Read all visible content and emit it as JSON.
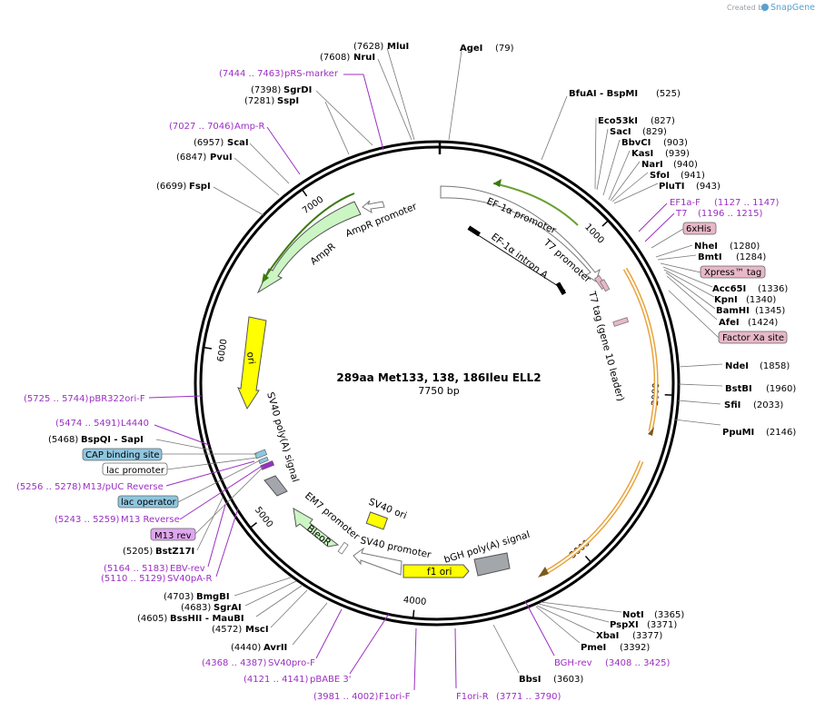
{
  "header": {
    "created_by": "Created by",
    "brand": "SnapGene"
  },
  "plasmid": {
    "name": "289aa Met133, 138, 186Ileu ELL2",
    "length_label": "7750 bp",
    "length": 7750
  },
  "ticks": [
    "1000",
    "2000",
    "3000",
    "4000",
    "5000",
    "6000",
    "7000"
  ],
  "sites": [
    {
      "name": "MluI",
      "coord": "(7628)",
      "pos": 7628,
      "kind": "enzyme"
    },
    {
      "name": "NruI",
      "coord": "(7608)",
      "pos": 7608,
      "kind": "enzyme"
    },
    {
      "name": "pRS-marker",
      "coord": "(7444 .. 7463)",
      "pos": 7453,
      "kind": "primer"
    },
    {
      "name": "SgrDI",
      "coord": "(7398)",
      "pos": 7398,
      "kind": "enzyme"
    },
    {
      "name": "SspI",
      "coord": "(7281)",
      "pos": 7281,
      "kind": "enzyme"
    },
    {
      "name": "Amp-R",
      "coord": "(7027 .. 7046)",
      "pos": 7036,
      "kind": "primer"
    },
    {
      "name": "ScaI",
      "coord": "(6957)",
      "pos": 6957,
      "kind": "enzyme"
    },
    {
      "name": "PvuI",
      "coord": "(6847)",
      "pos": 6847,
      "kind": "enzyme"
    },
    {
      "name": "FspI",
      "coord": "(6699)",
      "pos": 6699,
      "kind": "enzyme"
    },
    {
      "name": "pBR322ori-F",
      "coord": "(5725 .. 5744)",
      "pos": 5734,
      "kind": "primer"
    },
    {
      "name": "L4440",
      "coord": "(5474 .. 5491)",
      "pos": 5482,
      "kind": "primer"
    },
    {
      "name": "BspQI  - SapI",
      "coord": "(5468)",
      "pos": 5468,
      "kind": "enzyme"
    },
    {
      "name": "CAP binding site",
      "coord": "",
      "pos": 5420,
      "kind": "box-blue"
    },
    {
      "name": "lac promoter",
      "coord": "",
      "pos": 5380,
      "kind": "box-white"
    },
    {
      "name": "M13/pUC Reverse",
      "coord": "(5256 .. 5278)",
      "pos": 5267,
      "kind": "primer"
    },
    {
      "name": "lac operator",
      "coord": "",
      "pos": 5300,
      "kind": "box-blue"
    },
    {
      "name": "M13 Reverse",
      "coord": "(5243 .. 5259)",
      "pos": 5251,
      "kind": "primer"
    },
    {
      "name": "M13 rev",
      "coord": "",
      "pos": 5240,
      "kind": "box-purple"
    },
    {
      "name": "BstZ17I",
      "coord": "(5205)",
      "pos": 5205,
      "kind": "enzyme"
    },
    {
      "name": "EBV-rev",
      "coord": "(5164 .. 5183)",
      "pos": 5173,
      "kind": "primer"
    },
    {
      "name": "SV40pA-R",
      "coord": "(5110 .. 5129)",
      "pos": 5119,
      "kind": "primer"
    },
    {
      "name": "BmgBI",
      "coord": "(4703)",
      "pos": 4703,
      "kind": "enzyme"
    },
    {
      "name": "SgrAI",
      "coord": "(4683)",
      "pos": 4683,
      "kind": "enzyme"
    },
    {
      "name": "BssHII  - MauBI",
      "coord": "(4605)",
      "pos": 4605,
      "kind": "enzyme"
    },
    {
      "name": "MscI",
      "coord": "(4572)",
      "pos": 4572,
      "kind": "enzyme"
    },
    {
      "name": "AvrII",
      "coord": "(4440)",
      "pos": 4440,
      "kind": "enzyme"
    },
    {
      "name": "SV40pro-F",
      "coord": "(4368 .. 4387)",
      "pos": 4377,
      "kind": "primer"
    },
    {
      "name": "pBABE 3'",
      "coord": "(4121 .. 4141)",
      "pos": 4131,
      "kind": "primer"
    },
    {
      "name": "F1ori-F",
      "coord": "(3981 .. 4002)",
      "pos": 3991,
      "kind": "primer"
    },
    {
      "name": "F1ori-R",
      "coord": "(3771 .. 3790)",
      "pos": 3780,
      "kind": "primer"
    },
    {
      "name": "BbsI",
      "coord": "(3603)",
      "pos": 3603,
      "kind": "enzyme"
    },
    {
      "name": "BGH-rev",
      "coord": "(3408 .. 3425)",
      "pos": 3416,
      "kind": "primer"
    },
    {
      "name": "PmeI",
      "coord": "(3392)",
      "pos": 3392,
      "kind": "enzyme"
    },
    {
      "name": "XbaI",
      "coord": "(3377)",
      "pos": 3377,
      "kind": "enzyme"
    },
    {
      "name": "PspXI",
      "coord": "(3371)",
      "pos": 3371,
      "kind": "enzyme"
    },
    {
      "name": "NotI",
      "coord": "(3365)",
      "pos": 3365,
      "kind": "enzyme"
    },
    {
      "name": "PpuMI",
      "coord": "(2146)",
      "pos": 2146,
      "kind": "enzyme"
    },
    {
      "name": "SfiI",
      "coord": "(2033)",
      "pos": 2033,
      "kind": "enzyme"
    },
    {
      "name": "BstBI",
      "coord": "(1960)",
      "pos": 1960,
      "kind": "enzyme"
    },
    {
      "name": "NdeI",
      "coord": "(1858)",
      "pos": 1858,
      "kind": "enzyme"
    },
    {
      "name": "Factor Xa site",
      "coord": "",
      "pos": 1440,
      "kind": "box-pink"
    },
    {
      "name": "AfeI",
      "coord": "(1424)",
      "pos": 1424,
      "kind": "enzyme"
    },
    {
      "name": "BamHI",
      "coord": "(1345)",
      "pos": 1345,
      "kind": "enzyme"
    },
    {
      "name": "KpnI",
      "coord": "(1340)",
      "pos": 1340,
      "kind": "enzyme"
    },
    {
      "name": "Acc65I",
      "coord": "(1336)",
      "pos": 1336,
      "kind": "enzyme"
    },
    {
      "name": "Xpress™ tag",
      "coord": "",
      "pos": 1300,
      "kind": "box-pink"
    },
    {
      "name": "BmtI",
      "coord": "(1284)",
      "pos": 1284,
      "kind": "enzyme"
    },
    {
      "name": "NheI",
      "coord": "(1280)",
      "pos": 1280,
      "kind": "enzyme"
    },
    {
      "name": "6xHis",
      "coord": "",
      "pos": 1240,
      "kind": "box-pink"
    },
    {
      "name": "T7",
      "coord": "(1196 .. 1215)",
      "pos": 1205,
      "kind": "primer"
    },
    {
      "name": "EF1a-F",
      "coord": "(1127 .. 1147)",
      "pos": 1137,
      "kind": "primer"
    },
    {
      "name": "PluTI",
      "coord": "(943)",
      "pos": 943,
      "kind": "enzyme"
    },
    {
      "name": "SfoI",
      "coord": "(941)",
      "pos": 941,
      "kind": "enzyme"
    },
    {
      "name": "NarI",
      "coord": "(940)",
      "pos": 940,
      "kind": "enzyme"
    },
    {
      "name": "KasI",
      "coord": "(939)",
      "pos": 939,
      "kind": "enzyme"
    },
    {
      "name": "BbvCI",
      "coord": "(903)",
      "pos": 903,
      "kind": "enzyme"
    },
    {
      "name": "SacI",
      "coord": "(829)",
      "pos": 829,
      "kind": "enzyme"
    },
    {
      "name": "Eco53kI",
      "coord": "(827)",
      "pos": 827,
      "kind": "enzyme"
    },
    {
      "name": "BfuAI  - BspMI",
      "coord": "(525)",
      "pos": 525,
      "kind": "enzyme"
    },
    {
      "name": "AgeI",
      "coord": "(79)",
      "pos": 79,
      "kind": "enzyme"
    }
  ],
  "features": [
    {
      "name": "EF-1α promoter",
      "kind": "promoter"
    },
    {
      "name": "EF-1α intron A",
      "kind": "intron"
    },
    {
      "name": "T7 promoter",
      "kind": "promoter"
    },
    {
      "name": "T7 tag (gene 10 leader)",
      "kind": "tag"
    },
    {
      "name": "bGH poly(A) signal",
      "kind": "polyA"
    },
    {
      "name": "f1 ori",
      "kind": "ori"
    },
    {
      "name": "SV40 promoter",
      "kind": "promoter"
    },
    {
      "name": "SV40 ori",
      "kind": "ori"
    },
    {
      "name": "EM7 promoter",
      "kind": "promoter"
    },
    {
      "name": "BleoR",
      "kind": "cds"
    },
    {
      "name": "SV40 poly(A) signal",
      "kind": "polyA"
    },
    {
      "name": "ori",
      "kind": "ori"
    },
    {
      "name": "AmpR",
      "kind": "cds"
    },
    {
      "name": "AmpR promoter",
      "kind": "promoter"
    }
  ],
  "colors": {
    "backbone": "#000000",
    "primer": "#9b2fc2",
    "cds_green": "#ccf5c4",
    "ori_yellow": "#ffff00",
    "orange_orf": "#e8a33a",
    "gray_polyA": "#a3a7ab",
    "box_pink": "#e8b8c8",
    "box_blue": "#8fc6df",
    "box_purple": "#e0a6f0"
  }
}
